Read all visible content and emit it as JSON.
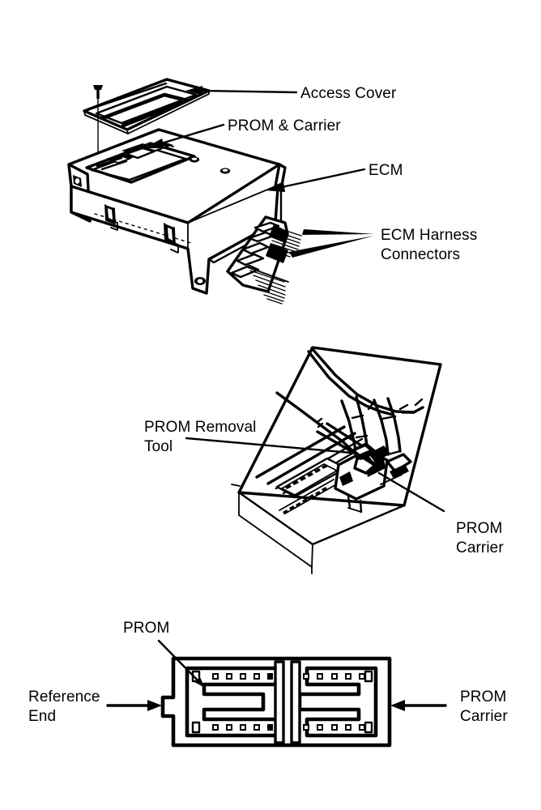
{
  "document": {
    "kind": "technical-line-drawing",
    "subject": "ECM PROM replacement procedure",
    "background_color": "#ffffff",
    "ink_color": "#000000",
    "panel_count": 3
  },
  "panels": [
    {
      "id": "panel-ecm-exploded",
      "name": "ECM exploded view",
      "labels": [
        {
          "id": "access-cover",
          "text": "Access Cover",
          "lines": [
            "Access Cover"
          ]
        },
        {
          "id": "prom-carrier",
          "text": "PROM & Carrier",
          "lines": [
            "PROM & Carrier"
          ]
        },
        {
          "id": "ecm",
          "text": "ECM",
          "lines": [
            "ECM"
          ]
        },
        {
          "id": "ecm-harness",
          "text": "ECM Harness Connectors",
          "lines": [
            "ECM Harness",
            "Connectors"
          ]
        }
      ]
    },
    {
      "id": "panel-prom-removal",
      "name": "PROM removal with tool",
      "labels": [
        {
          "id": "prom-removal-tool",
          "text": "PROM Removal Tool",
          "lines": [
            "PROM Removal",
            "Tool"
          ]
        },
        {
          "id": "prom-carrier-mid",
          "text": "PROM Carrier",
          "lines": [
            "PROM",
            "Carrier"
          ]
        }
      ]
    },
    {
      "id": "panel-prom-carrier-detail",
      "name": "PROM carrier top view",
      "labels": [
        {
          "id": "prom",
          "text": "PROM",
          "lines": [
            "PROM"
          ]
        },
        {
          "id": "reference-end",
          "text": "Reference End",
          "lines": [
            "Reference",
            "End"
          ]
        },
        {
          "id": "prom-carrier-r",
          "text": "PROM Carrier",
          "lines": [
            "PROM",
            "Carrier"
          ]
        }
      ]
    }
  ],
  "text": {
    "access_cover": "Access Cover",
    "prom_and_carrier": "PROM & Carrier",
    "ecm": "ECM",
    "ecm_harness_l1": "ECM Harness",
    "ecm_harness_l2": "Connectors",
    "prom_removal_l1": "PROM Removal",
    "prom_removal_l2": "Tool",
    "prom_carrier_mid_l1": "PROM",
    "prom_carrier_mid_l2": "Carrier",
    "prom": "PROM",
    "reference_l1": "Reference",
    "reference_l2": "End",
    "prom_carrier_r_l1": "PROM",
    "prom_carrier_r_l2": "Carrier"
  },
  "colors": {
    "ink": "#000000",
    "paper": "#ffffff"
  }
}
